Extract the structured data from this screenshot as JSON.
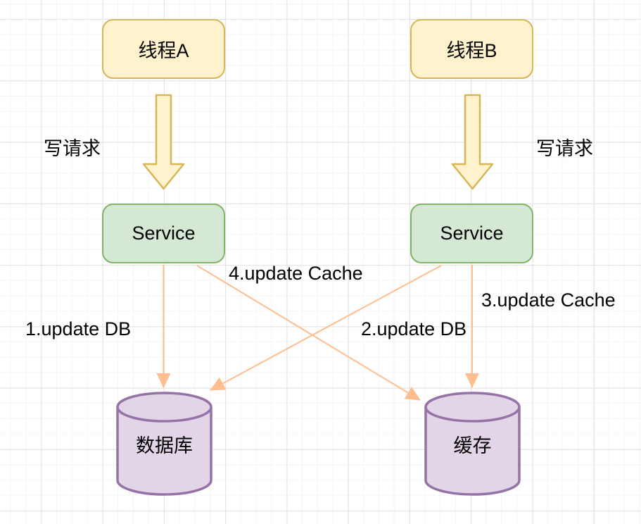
{
  "canvas": {
    "background": "#ffffff",
    "grid_minor_color": "#f4f4f4",
    "grid_major_color": "#e3e3e3"
  },
  "palette": {
    "thread_fill": "#FFF2CC",
    "thread_stroke": "#D6B656",
    "service_fill": "#D5E8D4",
    "service_stroke": "#82B366",
    "store_fill": "#E1D5E7",
    "store_stroke": "#9673A6",
    "arrow_color": "#FFBD90",
    "text_color": "#000000"
  },
  "nodes": {
    "thread_a": {
      "label": "线程A"
    },
    "thread_b": {
      "label": "线程B"
    },
    "service_left": {
      "label": "Service"
    },
    "service_right": {
      "label": "Service"
    },
    "database": {
      "label": "数据库"
    },
    "cache": {
      "label": "缓存"
    }
  },
  "edge_labels": {
    "write_request_left": {
      "label": "写请求"
    },
    "write_request_right": {
      "label": "写请求"
    },
    "step1": {
      "label": "1.update DB"
    },
    "step2": {
      "label": "2.update DB"
    },
    "step3": {
      "label": "3.update Cache"
    },
    "step4": {
      "label": "4.update Cache"
    }
  }
}
